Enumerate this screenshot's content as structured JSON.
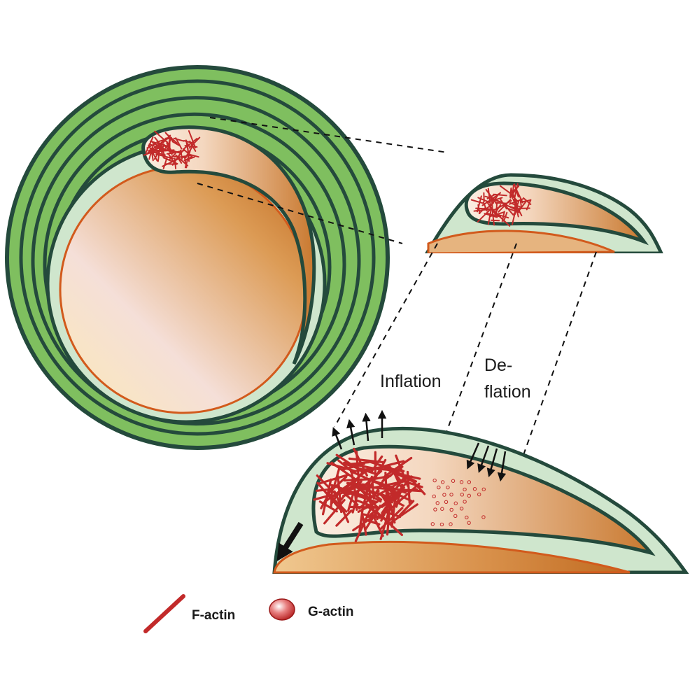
{
  "labels": {
    "inflation": "Inflation",
    "deflation_line1": "De-",
    "deflation_line2": "flation"
  },
  "legend": {
    "f_actin": "F-actin",
    "g_actin": "G-actin"
  },
  "colors": {
    "myelin_green": "#7fbf5f",
    "myelin_dark": "#244a3c",
    "cytoplasm_pale": "#cfe6cd",
    "axon_orange": "#c8752a",
    "axon_light": "#f6dfc3",
    "f_actin_red": "#c22a2a",
    "membrane_orange": "#d25a1c"
  }
}
